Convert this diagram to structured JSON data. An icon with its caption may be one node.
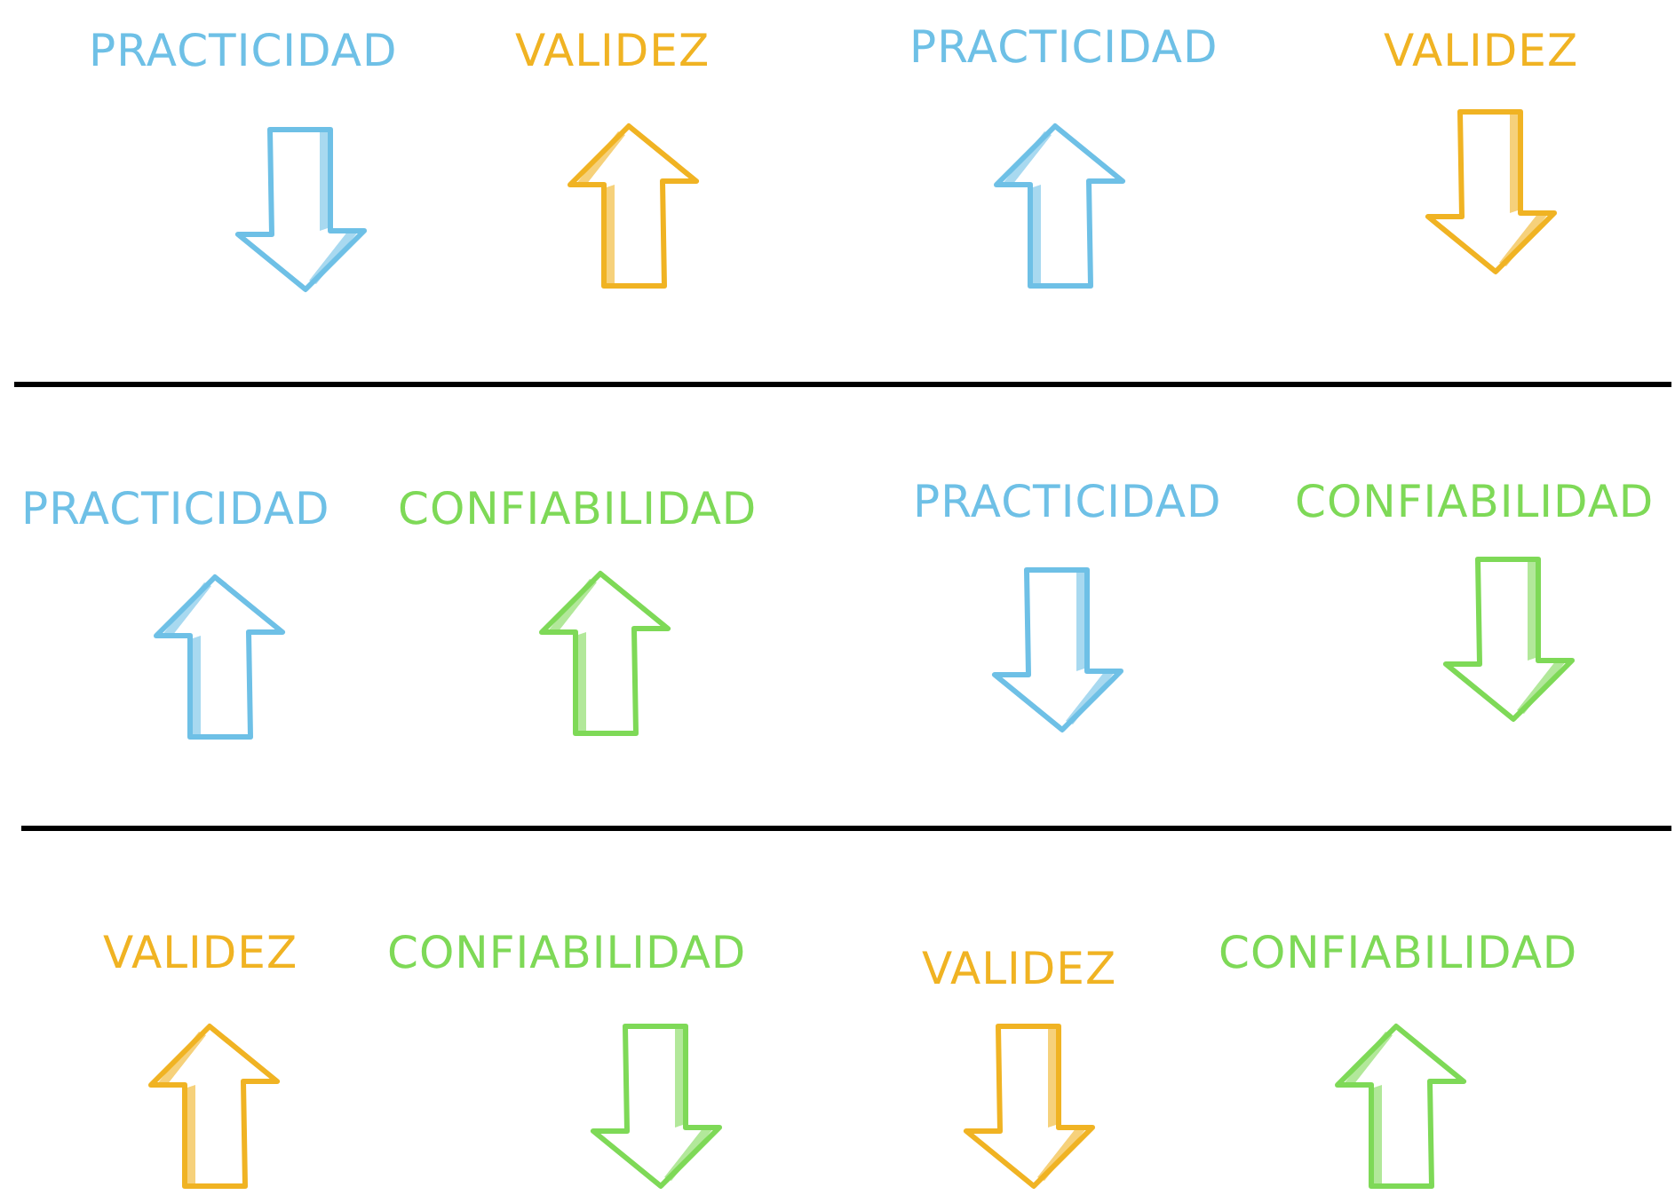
{
  "diagram": {
    "labels": [
      "PRACTICIDAD",
      "VALIDEZ",
      "PRACTICIDAD",
      "VALIDEZ",
      "PRACTICIDAD",
      "CONFIABILIDAD",
      "PRACTICIDAD",
      "CONFIABILIDAD",
      "VALIDEZ",
      "CONFIABILIDAD",
      "VALIDEZ",
      "CONFIABILIDAD"
    ]
  }
}
